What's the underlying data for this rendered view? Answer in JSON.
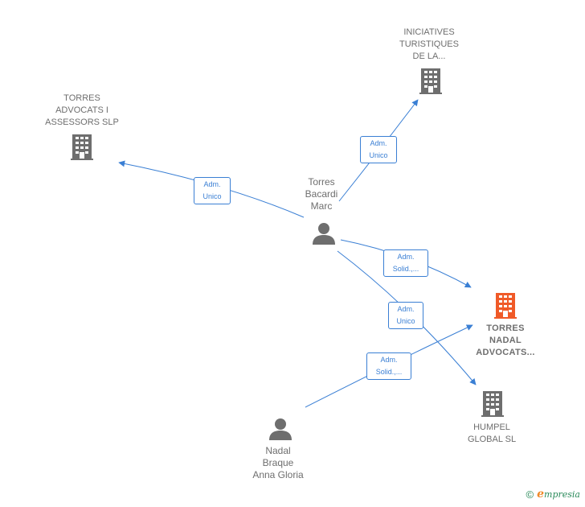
{
  "colors": {
    "edge": "#3a7fd4",
    "node_gray": "#6e6e6e",
    "node_highlight": "#f05a28",
    "brand": "#2a8a5a"
  },
  "nodes": {
    "torres_advocats": {
      "label": "TORRES\nADVOCATS I\nASSESSORS SLP",
      "icon": "building-icon"
    },
    "iniciatives": {
      "label": "INICIATIVES\nTURISTIQUES\nDE LA...",
      "icon": "building-icon"
    },
    "torres_nadal": {
      "label": "TORRES\nNADAL\nADVOCATS...",
      "icon": "building-icon"
    },
    "humpel": {
      "label": "HUMPEL\nGLOBAL  SL",
      "icon": "building-icon"
    },
    "torres_bacardi": {
      "label": "Torres\nBacardi\nMarc",
      "icon": "person-icon"
    },
    "nadal_braque": {
      "label": "Nadal\nBraque\nAnna Gloria",
      "icon": "person-icon"
    }
  },
  "edges": {
    "e1": {
      "label": "Adm.\nUnico"
    },
    "e2": {
      "label": "Adm.\nUnico"
    },
    "e3": {
      "label": "Adm.\nSolid.,..."
    },
    "e4": {
      "label": "Adm.\nUnico"
    },
    "e5": {
      "label": "Adm.\nSolid.,..."
    }
  },
  "footer": {
    "copyright": "©",
    "brand_initial": "e",
    "brand_rest": "mpresia"
  }
}
